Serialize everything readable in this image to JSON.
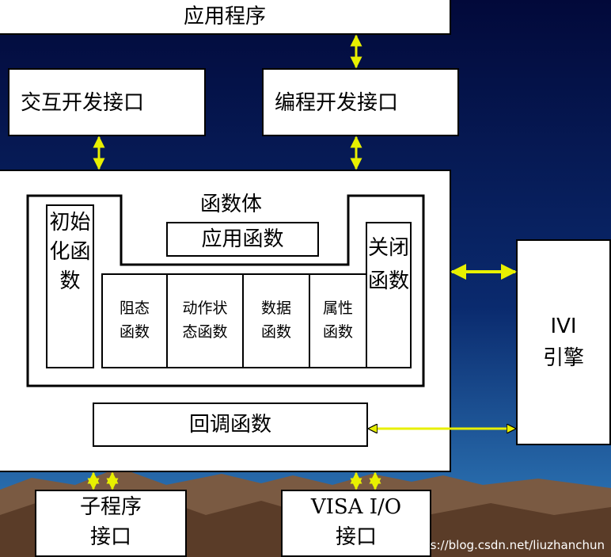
{
  "top_app": "应用程序",
  "interactive_api": "交互开发接口",
  "programming_api": "编程开发接口",
  "function_body": {
    "title": "函数体",
    "init": "初始化函数",
    "app_func": "应用函数",
    "close": "关闭函数",
    "groups": [
      {
        "line1": "阻态",
        "line2": "函数"
      },
      {
        "line1": "动作状",
        "line2": "态函数"
      },
      {
        "line1": "数据",
        "line2": "函数"
      },
      {
        "line1": "属性",
        "line2": "函数"
      }
    ]
  },
  "callback": "回调函数",
  "ivi": {
    "line1": "IVI",
    "line2": "引擎"
  },
  "sub_api": {
    "line1": "子程序",
    "line2": "接口"
  },
  "visa_api": {
    "line1": "VISA I/O",
    "line2": "接口"
  },
  "watermark": "https://blog.csdn.net/liuzhanchun",
  "colors": {
    "sky_top": "#04104a",
    "sky_bottom": "#1e5fa0",
    "arrow": "#e8f000",
    "mountain": "#6b4a36"
  }
}
